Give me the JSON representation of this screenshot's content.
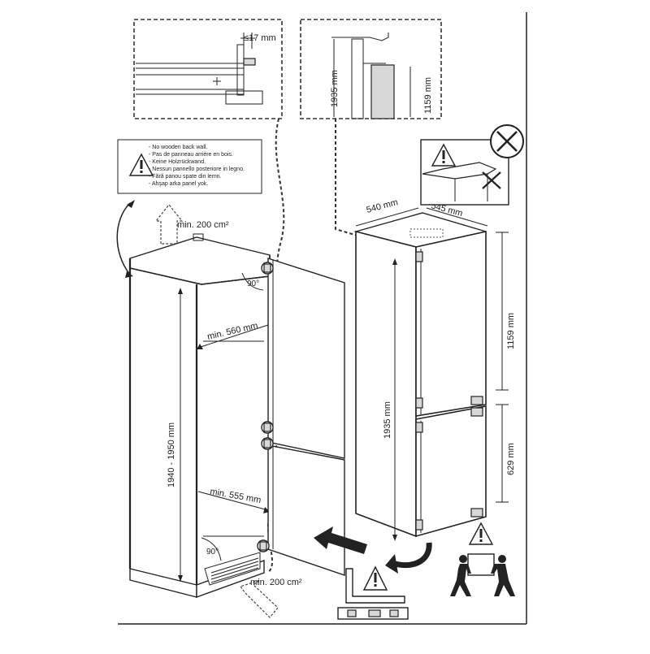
{
  "labels": {
    "gap_17": "≤17 mm",
    "height_1935_top": "1935 mm",
    "height_1159_top": "1159 mm",
    "depth_540": "540 mm",
    "width_545": "545 mm",
    "height_1159_right": "1159 mm",
    "height_1935_side": "1935 mm",
    "height_629": "629 mm",
    "niche_height": "1940 - 1950 mm",
    "niche_width_top": "min. 560 mm",
    "niche_width_bottom": "min. 555 mm",
    "angle_top": "90°",
    "angle_bottom": "90°",
    "vent_top": "min. 200 cm²",
    "vent_bottom": "min. 200 cm²"
  },
  "warning_box": {
    "lines": [
      "- No wooden back wall.",
      "- Pas de panneau arrière en bois.",
      "- Keine Holzrückwand.",
      "- Nessun pannello posteriore in legno.",
      "- Fără panou spate din lemn.",
      "- Ahşap arka panel yok."
    ]
  },
  "icons": {
    "warning": "warning-triangle-icon",
    "prohibited": "prohibited-circle-icon",
    "two_person_lift": "two-person-lift-icon",
    "level": "spirit-level-icon",
    "arrow_insert": "insert-arrow-icon",
    "arrow_rotate": "rotate-arrow-icon",
    "vent_arrow": "vent-airflow-arrow-icon"
  }
}
